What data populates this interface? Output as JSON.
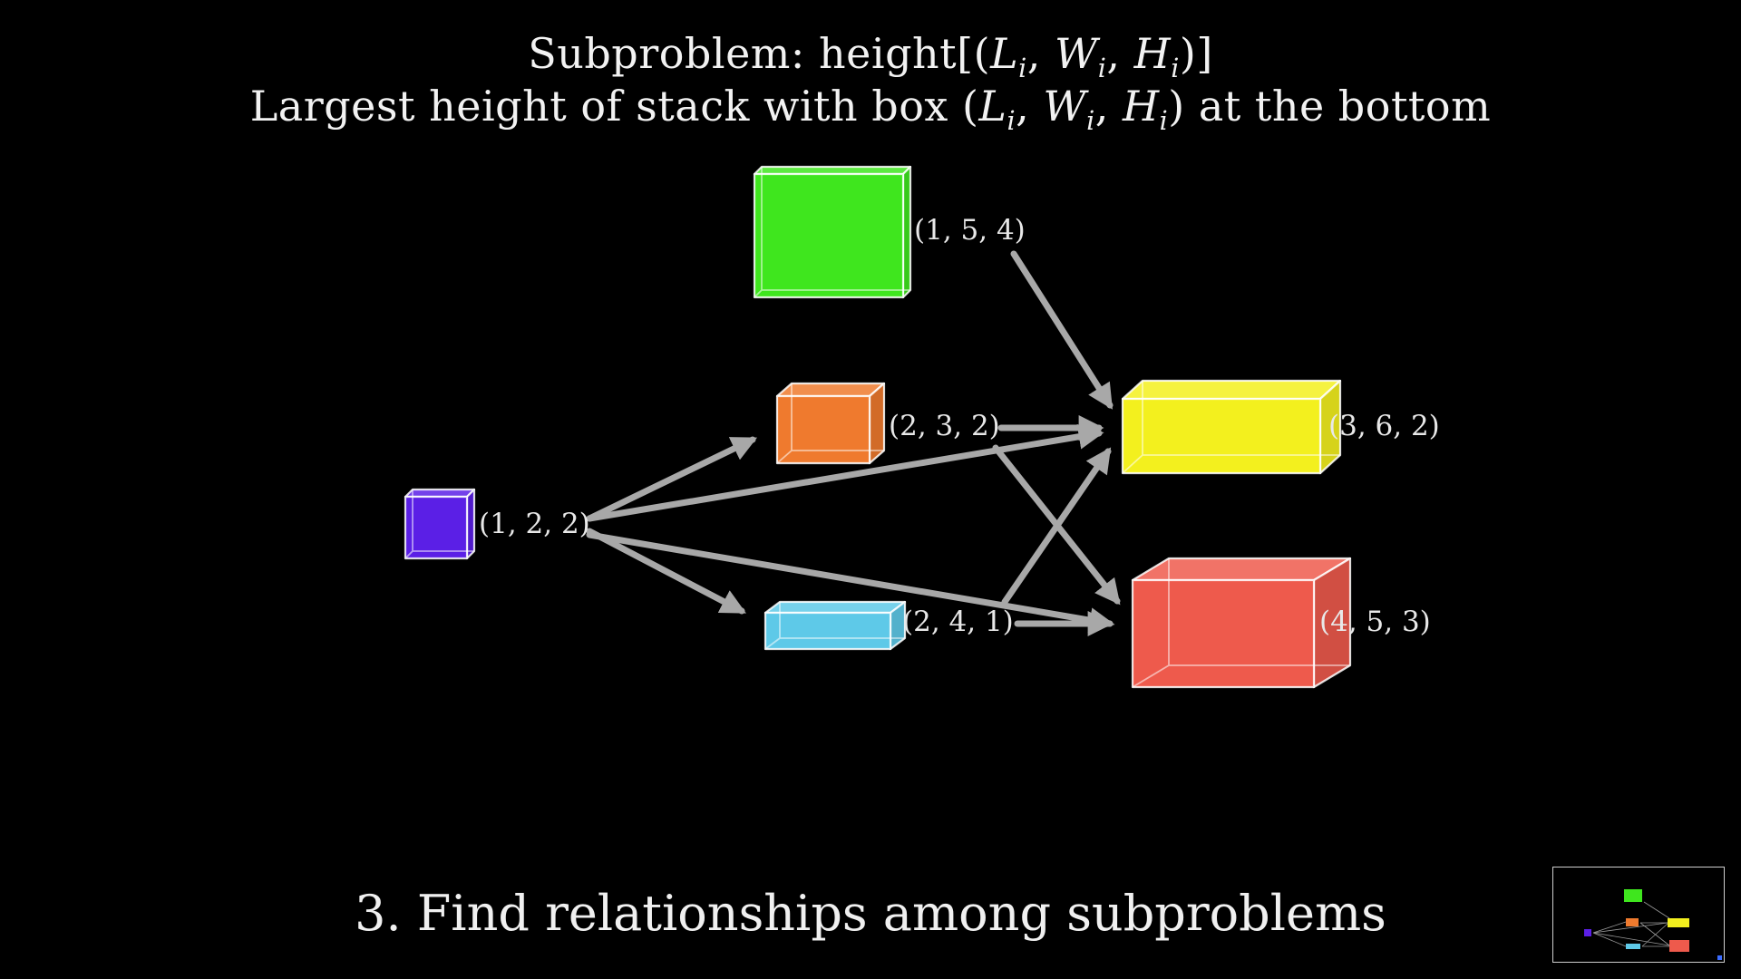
{
  "header": {
    "line1": {
      "prefix": "Subproblem: height[(",
      "L": "L",
      "W": "W",
      "H": "H",
      "sub": "i",
      "comma": ", ",
      "suffix": ")]"
    },
    "line2": {
      "prefix": "Largest height of stack with box (",
      "L": "L",
      "W": "W",
      "H": "H",
      "sub": "i",
      "comma": ", ",
      "suffix": ") at the bottom"
    }
  },
  "boxes": [
    {
      "id": "green",
      "label": "(1, 5, 4)",
      "color": "#3fe61e"
    },
    {
      "id": "orange",
      "label": "(2, 3, 2)",
      "color": "#ef7a2e"
    },
    {
      "id": "purple",
      "label": "(1, 2, 2)",
      "color": "#5b1fe6"
    },
    {
      "id": "cyan",
      "label": "(2, 4, 1)",
      "color": "#5ec9e8"
    },
    {
      "id": "yellow",
      "label": "(3, 6, 2)",
      "color": "#f3f01e"
    },
    {
      "id": "red",
      "label": "(4, 5, 3)",
      "color": "#ee5a4c"
    }
  ],
  "edges": [
    {
      "from": "purple",
      "to": "orange"
    },
    {
      "from": "purple",
      "to": "yellow"
    },
    {
      "from": "purple",
      "to": "cyan"
    },
    {
      "from": "purple",
      "to": "red"
    },
    {
      "from": "green",
      "to": "yellow"
    },
    {
      "from": "orange",
      "to": "yellow"
    },
    {
      "from": "orange",
      "to": "red"
    },
    {
      "from": "cyan",
      "to": "yellow"
    },
    {
      "from": "cyan",
      "to": "red"
    }
  ],
  "colors": {
    "background": "#000000",
    "arrow": "#a8a8a8",
    "edge": "#ffffff"
  },
  "footer": {
    "text": "3. Find relationships among subproblems"
  }
}
